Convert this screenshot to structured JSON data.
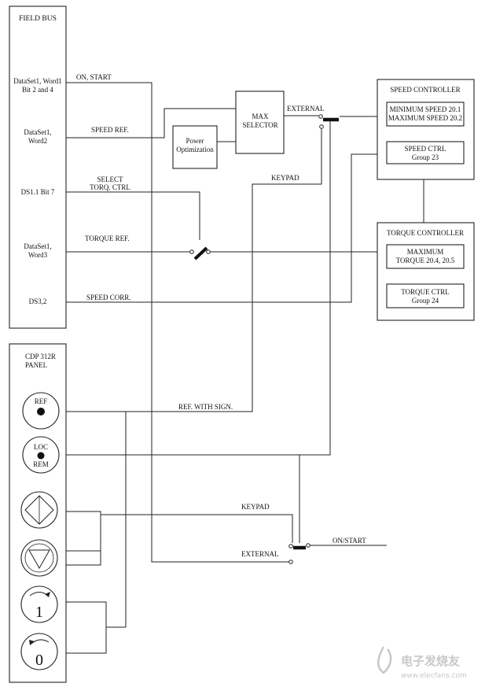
{
  "fieldbus": {
    "title": "FIELD BUS",
    "inputs": {
      "ds1_w1": [
        "DataSet1, Word1",
        "Bit 2 and 4"
      ],
      "ds1_w2": [
        "DataSet1,",
        "Word2"
      ],
      "ds1_bit7": "DS1.1  Bit 7",
      "ds1_w3": [
        "DataSet1,",
        "Word3"
      ],
      "ds3_2": "DS3,2"
    }
  },
  "signals": {
    "on_start": "ON, START",
    "speed_ref": "SPEED REF.",
    "select_torq": [
      "SELECT",
      "TORQ. CTRL"
    ],
    "torque_ref": "TORQUE REF.",
    "speed_corr": "SPEED CORR.",
    "external_top": "EXTERNAL",
    "keypad_top": "KEYPAD",
    "ref_with_sign": "REF. WITH SIGN.",
    "keypad_bottom": "KEYPAD",
    "external_bottom": "EXTERNAL",
    "on_start_out": "ON/START"
  },
  "power_opt": [
    "Power",
    "Optimization"
  ],
  "max_selector": [
    "MAX",
    "SELECTOR"
  ],
  "speed_controller": {
    "title": "SPEED CONTROLLER",
    "limits": [
      "MINIMUM SPEED 20.1",
      "MAXIMUM SPEED 20.2"
    ],
    "ctrl": [
      "SPEED CTRL",
      "Group 23"
    ]
  },
  "torque_controller": {
    "title": "TORQUE CONTROLLER",
    "limits": [
      "MAXIMUM",
      "TORQUE 20.4, 20.5"
    ],
    "ctrl": [
      "TORQUE CTRL",
      "Group 24"
    ]
  },
  "panel": {
    "title": [
      "CDP 312R",
      "PANEL"
    ],
    "ref_key": "REF",
    "loc_rem": [
      "LOC",
      "REM"
    ],
    "start_key": "1",
    "stop_key": "0"
  },
  "watermark": {
    "brand": "电子发烧友",
    "url": "www.elecfans.com"
  }
}
